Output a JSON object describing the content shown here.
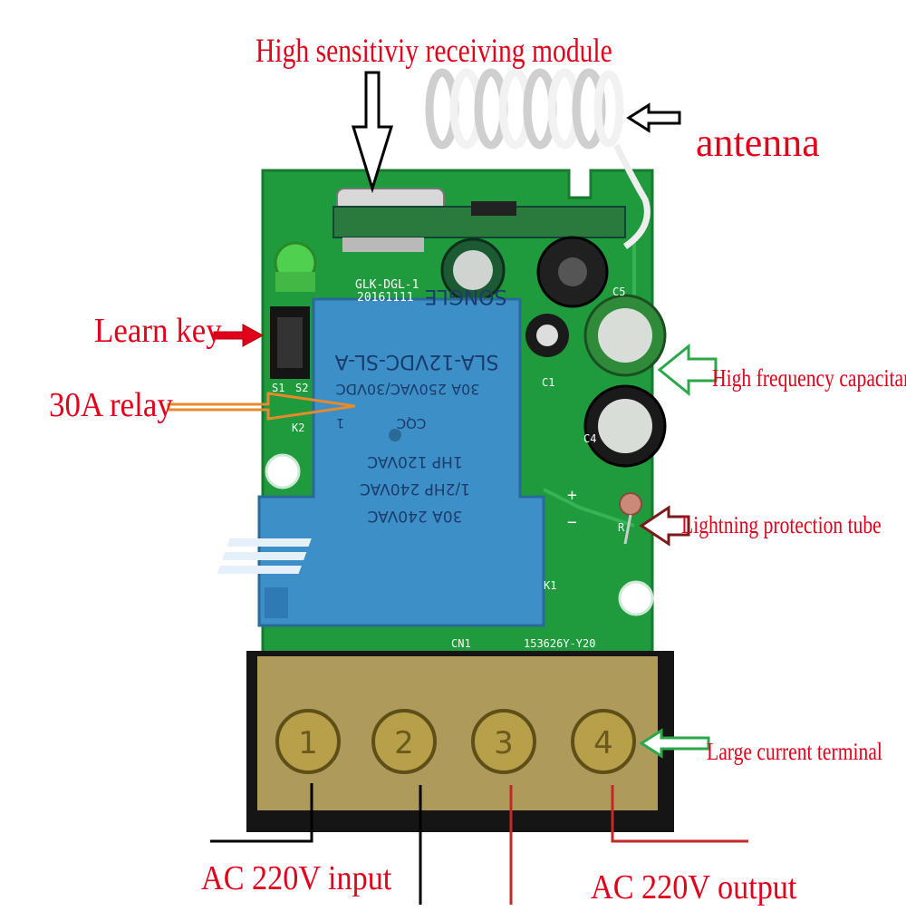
{
  "callouts": {
    "receiving_module": "High sensitiviy receiving module",
    "antenna": "antenna",
    "learn_key": "Learn key",
    "relay": "30A relay",
    "hf_capacitance": "High frequency capacitance",
    "lightning_tube": "Lightning protection tube",
    "terminal": "Large current terminal",
    "ac_input": "AC 220V input",
    "ac_output": "AC 220V output"
  },
  "board": {
    "model": "GLK-DGL-1",
    "date": "20161111",
    "s1": "S1",
    "s2": "S2",
    "k2": "K2",
    "k1": "K1",
    "c1": "C1",
    "c4": "C4",
    "c5": "C5",
    "cn1": "CN1",
    "serial": "153626Y-Y20",
    "plus": "+",
    "minus": "−",
    "r": "R"
  },
  "relay_label": {
    "line1": "30A 240VAC",
    "line2": "1/2HP 240VAC",
    "line3": "1HP 120VAC",
    "cert": "CQC",
    "one": "1",
    "rating": "30A 250VAC/30VDC",
    "model": "SLA-12VDC-SL-A",
    "brand": "SONGLE"
  },
  "terminals": [
    "1",
    "2",
    "3",
    "4"
  ],
  "colors": {
    "label_red": "#e3001b",
    "pcb_green": "#1f9a3c",
    "relay_blue": "#3d8fc8",
    "terminal_gold": "#b8a04a"
  }
}
